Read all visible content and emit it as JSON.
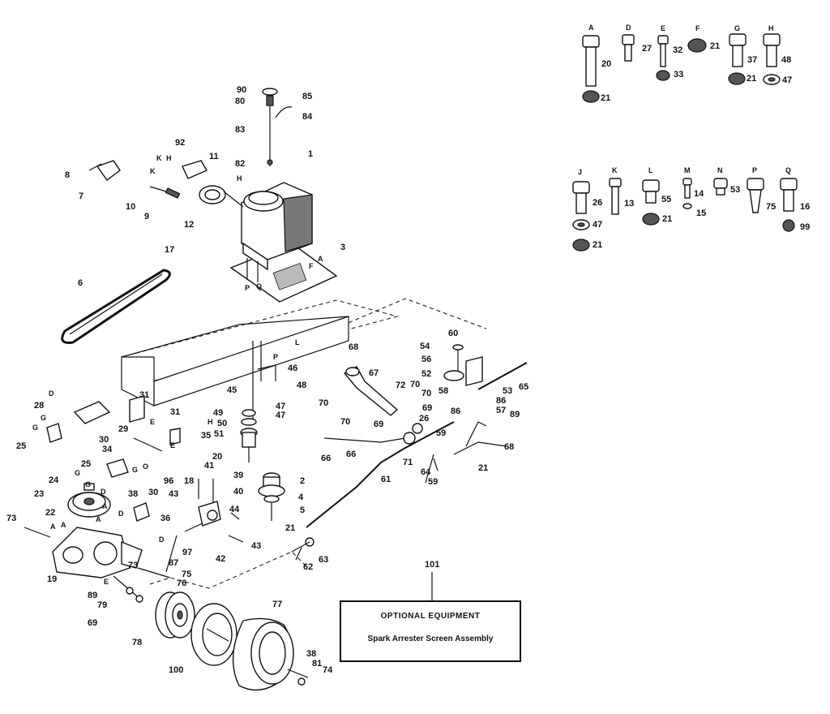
{
  "optional_box": {
    "ref": "101",
    "title": "OPTIONAL EQUIPMENT",
    "item": "Spark Arrester Screen Assembly"
  },
  "hardware_key": {
    "row1": [
      {
        "key": "A",
        "nums": [
          "20",
          "21"
        ]
      },
      {
        "key": "D",
        "nums": [
          "27"
        ]
      },
      {
        "key": "E",
        "nums": [
          "32",
          "33"
        ]
      },
      {
        "key": "F",
        "nums": [
          "21"
        ]
      },
      {
        "key": "G",
        "nums": [
          "37",
          "21"
        ]
      },
      {
        "key": "H",
        "nums": [
          "48",
          "47"
        ]
      }
    ],
    "row2": [
      {
        "key": "J",
        "nums": [
          "26",
          "47",
          "21"
        ]
      },
      {
        "key": "K",
        "nums": [
          "13"
        ]
      },
      {
        "key": "L",
        "nums": [
          "55",
          "21"
        ]
      },
      {
        "key": "M",
        "nums": [
          "14",
          "15"
        ]
      },
      {
        "key": "N",
        "nums": [
          "53"
        ]
      },
      {
        "key": "P",
        "nums": [
          "75"
        ]
      },
      {
        "key": "Q",
        "nums": [
          "16",
          "99"
        ]
      }
    ]
  },
  "callouts": [
    "90",
    "80",
    "85",
    "84",
    "83",
    "82",
    "1",
    "92",
    "11",
    "8",
    "7",
    "10",
    "9",
    "12",
    "17",
    "3",
    "6",
    "54",
    "60",
    "56",
    "52",
    "65",
    "58",
    "68",
    "67",
    "72",
    "70",
    "46",
    "48",
    "45",
    "47",
    "49",
    "50",
    "51",
    "35",
    "31",
    "28",
    "25",
    "29",
    "30",
    "34",
    "20",
    "41",
    "39",
    "40",
    "38",
    "36",
    "2",
    "4",
    "5",
    "24",
    "23",
    "22",
    "73",
    "19",
    "89",
    "79",
    "69",
    "78",
    "100",
    "77",
    "74",
    "81",
    "63",
    "62",
    "71",
    "64",
    "59",
    "61",
    "66",
    "57",
    "21",
    "43",
    "42",
    "44",
    "97",
    "87",
    "75",
    "76",
    "96",
    "18",
    "53",
    "26",
    "86"
  ]
}
